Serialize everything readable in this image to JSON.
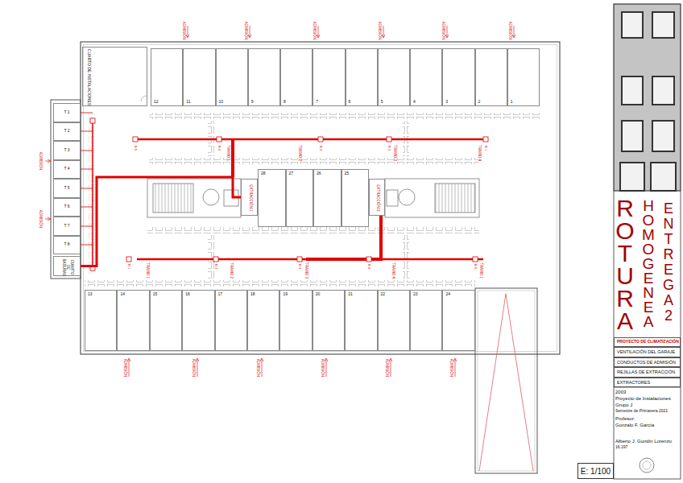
{
  "diagram": {
    "nodes": [
      {
        "text": [
          "CUARTO DE INSTALACIONES"
        ]
      },
      {
        "text": [
          "12"
        ]
      },
      {
        "text": [
          "11"
        ]
      },
      {
        "text": [
          "10"
        ]
      },
      {
        "text": [
          "9"
        ]
      },
      {
        "text": [
          "8"
        ]
      },
      {
        "text": [
          "7"
        ]
      },
      {
        "text": [
          "6"
        ]
      },
      {
        "text": [
          "5"
        ]
      },
      {
        "text": [
          "4"
        ]
      },
      {
        "text": [
          "3"
        ]
      },
      {
        "text": [
          "2"
        ]
      },
      {
        "text": [
          "1"
        ]
      },
      {
        "text": [
          "T 1"
        ]
      },
      {
        "text": [
          "T 2"
        ]
      },
      {
        "text": [
          "T 3"
        ]
      },
      {
        "text": [
          "T 4"
        ]
      },
      {
        "text": [
          "T 5"
        ]
      },
      {
        "text": [
          "T 6"
        ]
      },
      {
        "text": [
          "T 7"
        ]
      },
      {
        "text": [
          "T 8"
        ]
      },
      {
        "text": [
          "CUARTO DE BASURAS"
        ]
      },
      {
        "text": [
          "EXTRACCIÓN 1"
        ]
      },
      {
        "text": [
          "28"
        ]
      },
      {
        "text": [
          "27"
        ]
      },
      {
        "text": [
          "26"
        ]
      },
      {
        "text": [
          "25"
        ]
      },
      {
        "text": [
          "EXTRACCIÓN 2"
        ]
      },
      {
        "text": [
          "13"
        ]
      },
      {
        "text": [
          "14"
        ]
      },
      {
        "text": [
          "15"
        ]
      },
      {
        "text": [
          "16"
        ]
      },
      {
        "text": [
          "17"
        ]
      },
      {
        "text": [
          "18"
        ]
      },
      {
        "text": [
          "19"
        ]
      },
      {
        "text": [
          "20"
        ]
      },
      {
        "text": [
          "21"
        ]
      },
      {
        "text": [
          "22"
        ]
      },
      {
        "text": [
          "23"
        ]
      },
      {
        "text": [
          "24"
        ]
      },
      {
        "text": [
          "PROYECTO DE CLIMATIZACIÓN"
        ]
      },
      {
        "text": [
          "VENTILACIÓN DEL GARAJE"
        ]
      },
      {
        "text": [
          "CONDUCTOS DE ADMISIÓN"
        ]
      },
      {
        "text": [
          "REJILLAS DE EXTRACCIÓN"
        ]
      },
      {
        "text": [
          "EXTRACTORES"
        ]
      },
      {
        "text": [
          "E: 1/100"
        ]
      }
    ],
    "edges": [
      {
        "from": 21,
        "to": 22,
        "arrow": "none"
      }
    ],
    "labels": [
      "ADMISIÓN",
      "ADMISIÓN",
      "ADMISIÓN",
      "ADMISIÓN",
      "ADMISIÓN",
      "ADMISIÓN",
      "ADMISIÓN",
      "ADMISIÓN",
      "ADMISIÓN",
      "ADMISIÓN",
      "ADMISIÓN",
      "ADMISIÓN",
      "ADMISIÓN",
      "ADMISIÓN",
      "TRAMO 1",
      "TRAMO 2",
      "TRAMO 3",
      "TRAMO 4",
      "TRAMO 1",
      "TRAMO 2",
      "TRAMO 3",
      "TRAMO 4",
      "TRAMO 1",
      "R 5",
      "R 4",
      "R 3",
      "R 2",
      "R 1",
      "R 1",
      "R 2",
      "R 3",
      "R 4",
      "R 5",
      "ROTURA",
      "HOMOGENEA",
      "ENTREGA 2",
      "2003",
      "Proyecto de Instalaciones",
      "Grupo J",
      "Semestre de Primavera 2021",
      "Profesor:",
      "Gonzalo F. García",
      "Alberto J. Gundín Lorenzo",
      "16.197"
    ]
  }
}
